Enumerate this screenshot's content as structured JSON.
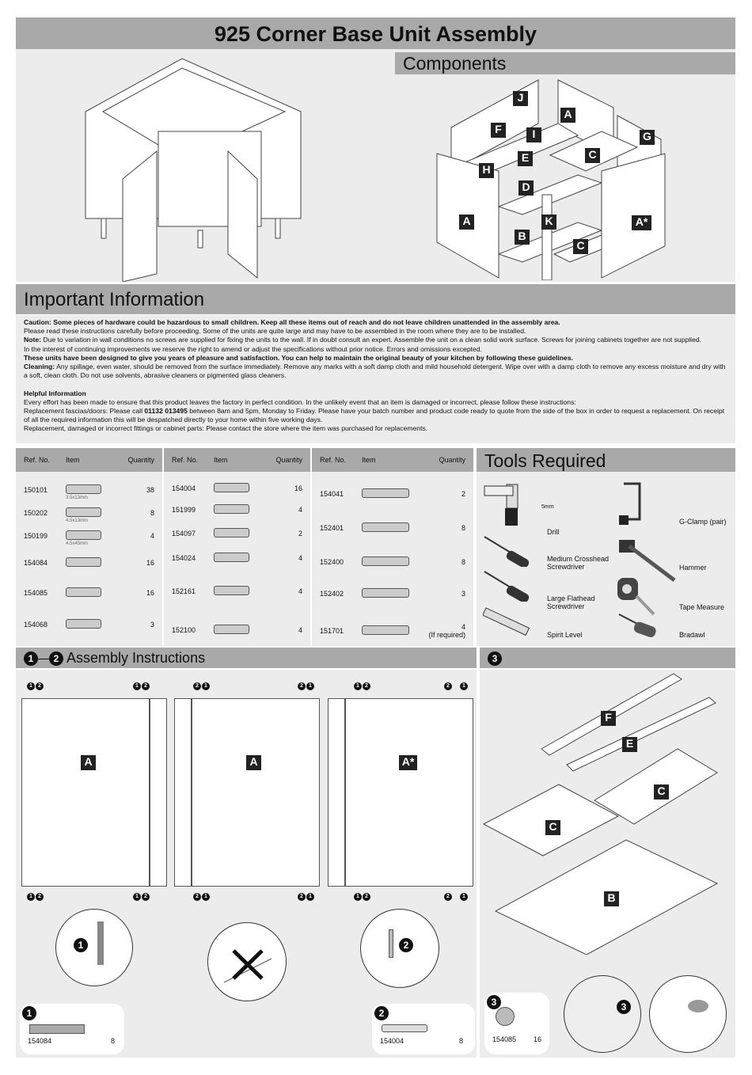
{
  "title": "925 Corner Base Unit Assembly",
  "components": {
    "heading": "Components",
    "labels": [
      "J",
      "A",
      "F",
      "I",
      "G",
      "H",
      "E",
      "C",
      "D",
      "A",
      "K",
      "A*",
      "B",
      "C"
    ]
  },
  "important": {
    "heading": "Important Information",
    "caution": "Caution: Some pieces of hardware could be hazardous to small children. Keep all these items out of reach and do not leave children unattended in the assembly area.",
    "read": "Please read these instructions carefully before proceeding. Some of the units are quite large and may have to be assembled in the room where they are to be installed.",
    "note_label": "Note:",
    "note": " Due to variation in wall conditions no screws are supplied for fixing the units to the wall. If in doubt consult an expert. Assemble the unit on a clean solid work surface. Screws for joining cabinets together are not supplied.",
    "improve": "In the interest of continuing improvements we reserve the right to amend or adjust the specifications without prior notice. Errors and omissions excepted.",
    "designed": "These units have been designed to give you years of pleasure and satisfaction. You can help to maintain the original beauty of your kitchen by following these guidelines.",
    "cleaning_label": "Cleaning:",
    "cleaning": " Any spillage, even water, should be removed from the surface immediately. Remove any marks with a soft damp cloth and mild household detergent. Wipe over with a damp cloth to remove any excess moisture and dry with a soft, clean cloth. Do not use solvents, abrasive cleaners or pigmented glass cleaners.",
    "helpful_heading": "Helpful Information",
    "helpful1": "Every effort has been made to ensure that this product leaves the factory in perfect condition. In the unlikely event that an item is damaged or incorrect, please follow these instructions:",
    "helpful2a": "Replacement fascias/doors: Please call ",
    "phone": "01132 013495",
    "helpful2b": " between 8am and 5pm, Monday to Friday. Please have your batch number and product code ready to quote from the side of the box in order to request a replacement. On receipt of all the required information this will be despatched directly to your home within five working days.",
    "helpful3": "Replacement, damaged or incorrect fittings or cabinet parts: Please contact the store where the item was purchased for replacements."
  },
  "table_headers": {
    "ref": "Ref. No.",
    "item": "Item",
    "qty": "Quantity"
  },
  "parts": [
    [
      {
        "ref": "150101",
        "qty": "38",
        "size": "3.5x13mm"
      },
      {
        "ref": "150202",
        "qty": "8",
        "size": "4.5x13mm"
      },
      {
        "ref": "150199",
        "qty": "4",
        "size": "4.5x45mm"
      },
      {
        "ref": "154084",
        "qty": "16"
      },
      {
        "ref": "154085",
        "qty": "16"
      },
      {
        "ref": "154068",
        "qty": "3"
      }
    ],
    [
      {
        "ref": "154004",
        "qty": "16"
      },
      {
        "ref": "151999",
        "qty": "4"
      },
      {
        "ref": "154097",
        "qty": "2"
      },
      {
        "ref": "154024",
        "qty": "4"
      },
      {
        "ref": "152161",
        "qty": "4"
      },
      {
        "ref": "152100",
        "qty": "4"
      }
    ],
    [
      {
        "ref": "154041",
        "qty": "2"
      },
      {
        "ref": "152401",
        "qty": "8"
      },
      {
        "ref": "152400",
        "qty": "8"
      },
      {
        "ref": "152402",
        "qty": "3"
      },
      {
        "ref": "151701",
        "qty": "4",
        "note": "(If required)"
      }
    ]
  ],
  "tools": {
    "heading": "Tools Required",
    "items": [
      "Drill",
      "G-Clamp (pair)",
      "Medium Crosshead Screwdriver",
      "Hammer",
      "Large Flathead Screwdriver",
      "Tape Measure",
      "Spirit Level",
      "Bradawl"
    ],
    "drill_bit": "5mm"
  },
  "assembly": {
    "step1": "1",
    "step2": "2",
    "heading": "Assembly Instructions",
    "step3": "3",
    "panels": [
      "A",
      "A",
      "A*"
    ],
    "step3_labels": [
      "F",
      "E",
      "C",
      "C",
      "B"
    ],
    "hw": [
      {
        "step": "1",
        "ref": "154084",
        "qty": "8"
      },
      {
        "step": "2",
        "ref": "154004",
        "qty": "8"
      },
      {
        "step": "3",
        "ref": "154085",
        "qty": "16"
      }
    ]
  }
}
